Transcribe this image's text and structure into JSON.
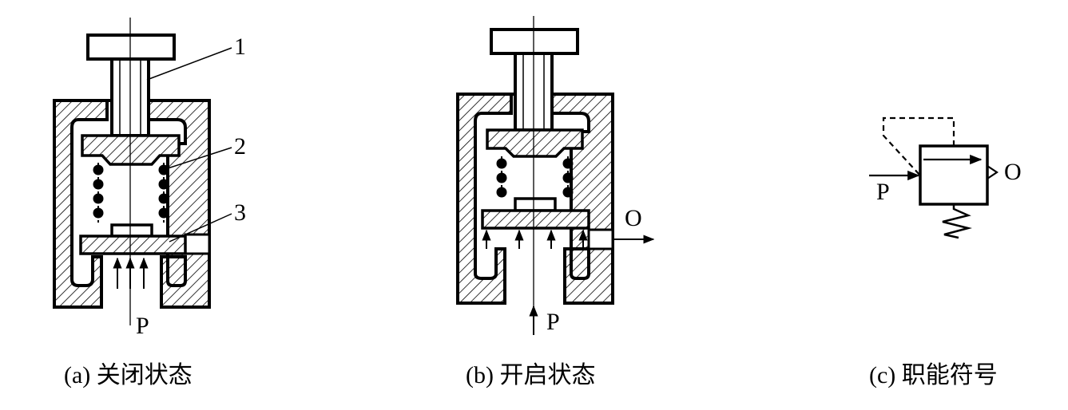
{
  "diagrams": {
    "closed": {
      "caption": "(a) 关闭状态",
      "callouts": [
        "1",
        "2",
        "3"
      ],
      "port_inlet": "P"
    },
    "open": {
      "caption": "(b) 开启状态",
      "port_inlet": "P",
      "port_outlet": "O"
    },
    "symbol": {
      "caption": "(c) 职能符号",
      "port_inlet": "P",
      "port_outlet": "O"
    }
  }
}
